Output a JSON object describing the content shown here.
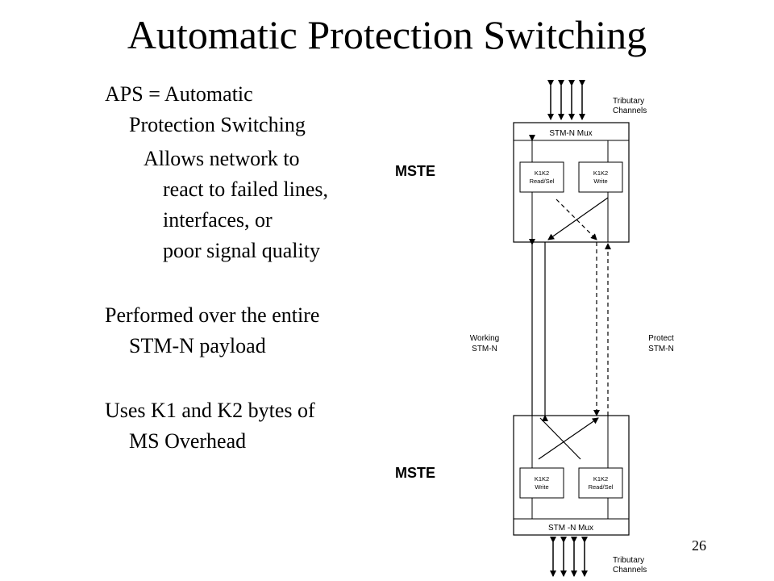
{
  "slide": {
    "title": "Automatic Protection Switching",
    "page_number": "26"
  },
  "bullets": {
    "b1_line1": "APS = Automatic",
    "b1_line2": "Protection Switching",
    "sub_line1": "Allows network to",
    "sub_line2": "react to failed lines,",
    "sub_line3": "interfaces, or",
    "sub_line4": "poor signal quality",
    "b2_line1": "Performed over the entire",
    "b2_line2": "STM-N payload",
    "b3_line1": "Uses K1 and K2 bytes of",
    "b3_line2": "MS Overhead"
  },
  "diagram": {
    "mste_top": "MSTE",
    "mste_bottom": "MSTE",
    "tributary_top_line1": "Tributary",
    "tributary_top_line2": "Channels",
    "tributary_bottom_line1": "Tributary",
    "tributary_bottom_line2": "Channels",
    "top_mux_label": "STM-N Mux",
    "bottom_mux_label": "STM -N Mux",
    "top_left_box_line1": "K1K2",
    "top_left_box_line2": "Read/Sel",
    "top_right_box_line1": "K1K2",
    "top_right_box_line2": "Write",
    "bottom_left_box_line1": "K1K2",
    "bottom_left_box_line2": "Write",
    "bottom_right_box_line1": "K1K2",
    "bottom_right_box_line2": "Read/Sel",
    "working_line1": "Working",
    "working_line2": "STM-N",
    "protect_line1": "Protect",
    "protect_line2": "STM-N"
  }
}
